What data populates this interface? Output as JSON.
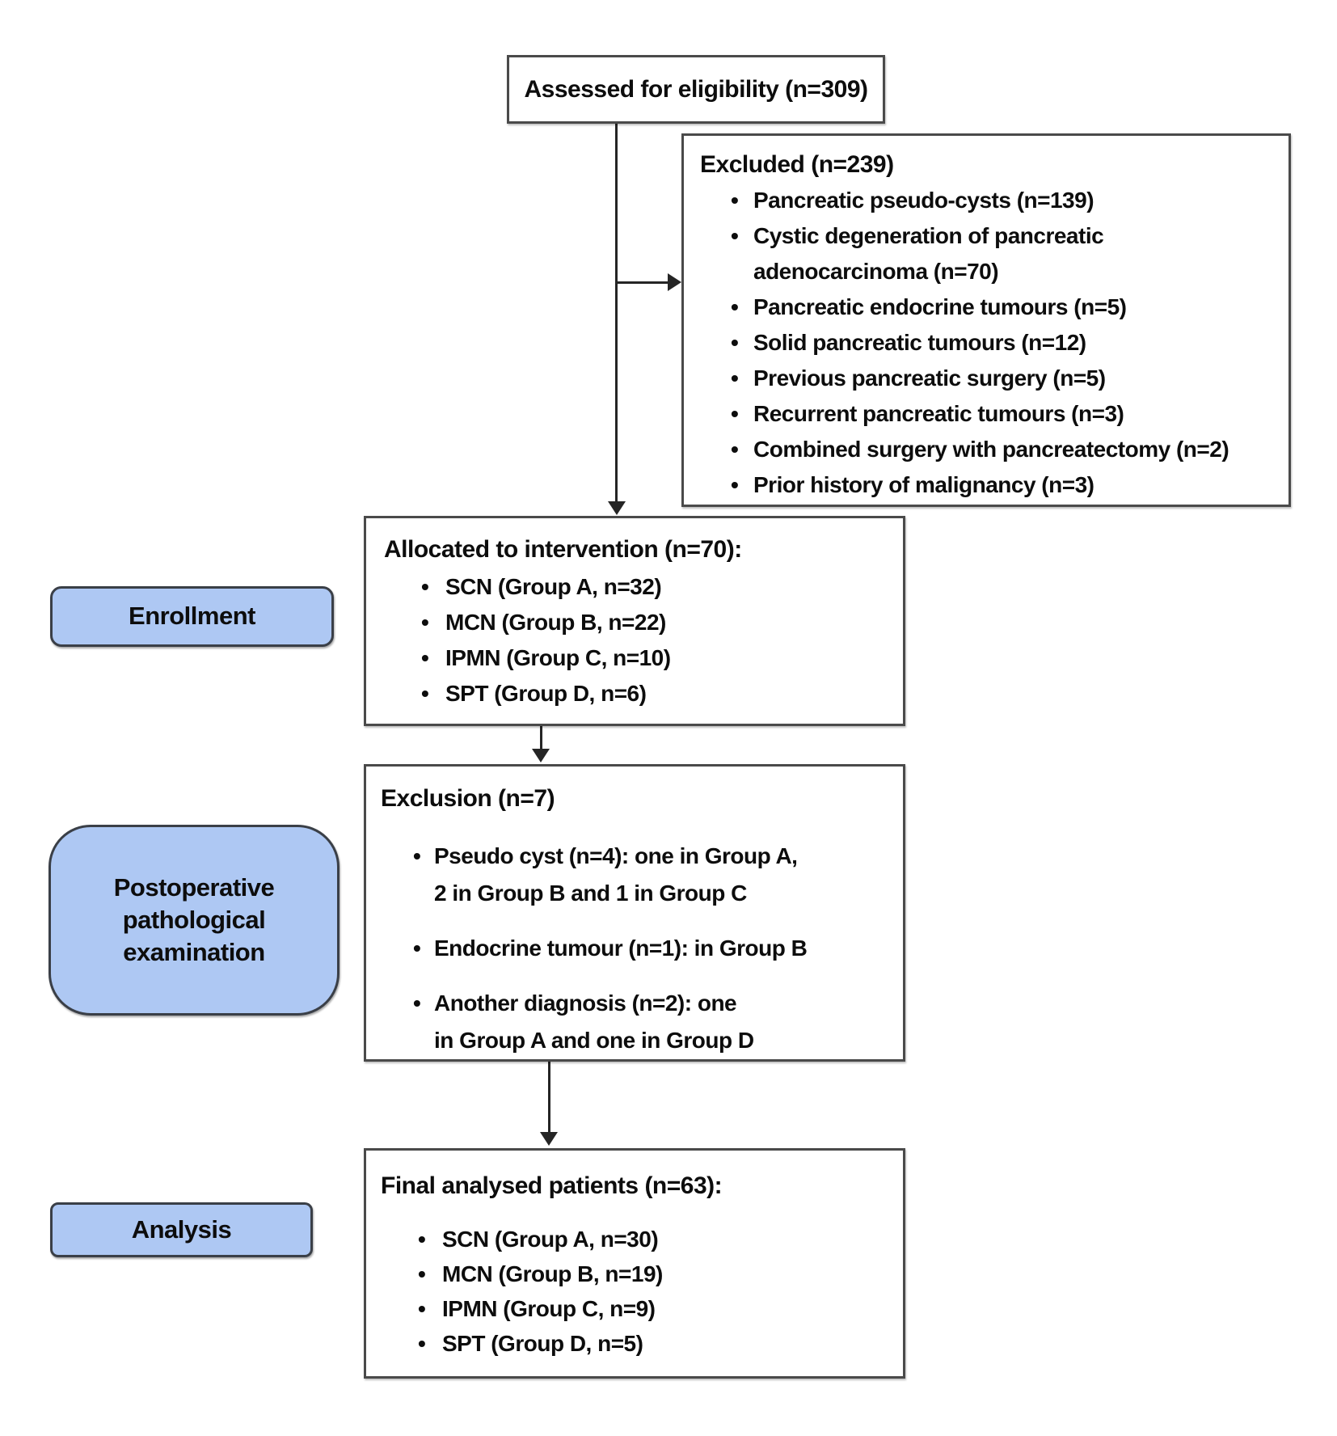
{
  "diagram": {
    "bullet": "•",
    "assessed": {
      "title": "Assessed for eligibility (n=309)"
    },
    "excluded": {
      "title": "Excluded (n=239)",
      "items": [
        "Pancreatic pseudo-cysts (n=139)",
        "Cystic degeneration of pancreatic\nadenocarcinoma (n=70)",
        "Pancreatic endocrine tumours (n=5)",
        "Solid pancreatic tumours (n=12)",
        "Previous pancreatic surgery (n=5)",
        "Recurrent pancreatic tumours (n=3)",
        "Combined surgery with pancreatectomy (n=2)",
        "Prior history of malignancy (n=3)"
      ]
    },
    "allocated": {
      "title": "Allocated to intervention (n=70):",
      "items": [
        "SCN (Group A, n=32)",
        "MCN (Group B, n=22)",
        "IPMN (Group C, n=10)",
        "SPT (Group D, n=6)"
      ]
    },
    "exclusion": {
      "title": "Exclusion (n=7)",
      "items": [
        "Pseudo cyst (n=4): one in Group A,\n2 in Group B and 1 in Group C",
        "Endocrine tumour (n=1): in Group B",
        "Another diagnosis (n=2): one\nin Group A and one in Group D"
      ]
    },
    "final": {
      "title": "Final analysed patients (n=63):",
      "items": [
        "SCN (Group A, n=30)",
        "MCN (Group B, n=19)",
        "IPMN (Group C, n=9)",
        "SPT (Group D, n=5)"
      ]
    },
    "stages": {
      "enrollment": "Enrollment",
      "postoperative": "Postoperative\npathological\nexamination",
      "analysis": "Analysis"
    },
    "colors": {
      "stage_fill": "#aec8f3",
      "stage_border": "#3a3f47",
      "box_border": "#4a4a4a",
      "arrow": "#252525"
    }
  }
}
